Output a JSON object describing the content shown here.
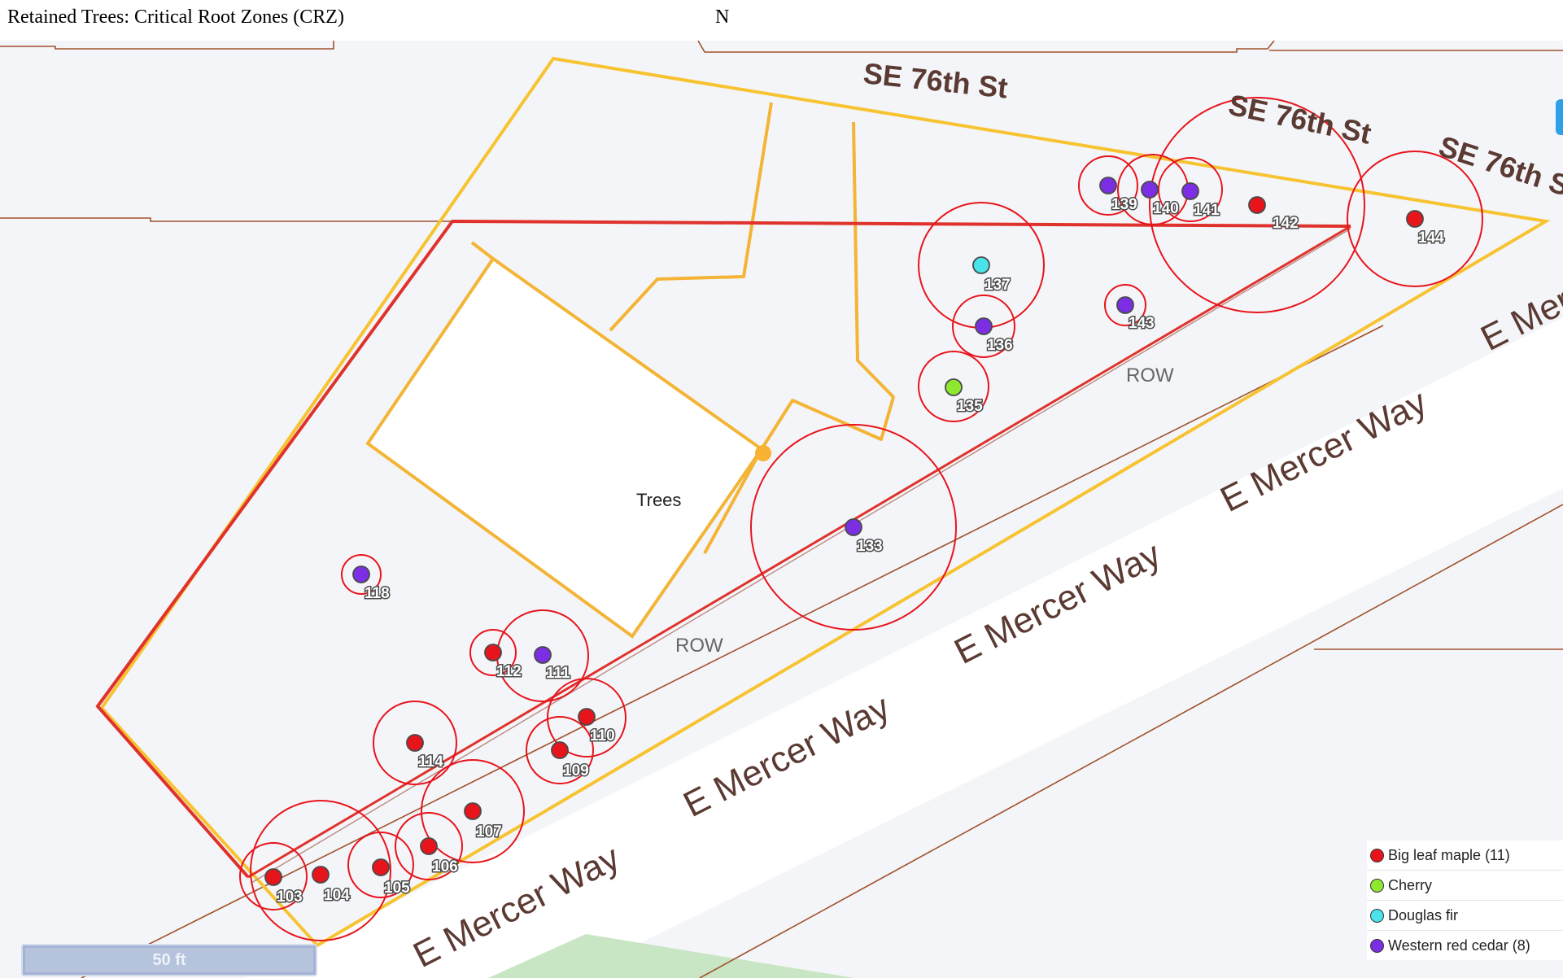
{
  "header": {
    "title": "Retained Trees: Critical Root Zones (CRZ)",
    "north_label": "N"
  },
  "map": {
    "colors": {
      "boundary_yellow": "#f7c331",
      "trail_orange": "#f4b436",
      "crz_red": "#e8141c",
      "row_line_red": "#e0322c",
      "parcel_brown": "#a0522d",
      "road_label": "#5a3a32",
      "background": "#f4f5f8"
    },
    "labels": {
      "trees_area": "Trees",
      "row_1": "ROW",
      "row_2": "ROW",
      "street_se76_1": "SE 76th St",
      "street_se76_2": "SE 76th St",
      "street_se76_3": "SE 76th S",
      "mercer_1": "E Mercer Way",
      "mercer_2": "E Mercer Way",
      "mercer_3": "E Mercer Way",
      "mercer_4": "E Mercer Way",
      "mercer_5": "E Mer"
    },
    "trees": [
      {
        "id": "103",
        "species": "maple"
      },
      {
        "id": "104",
        "species": "maple"
      },
      {
        "id": "105",
        "species": "maple"
      },
      {
        "id": "106",
        "species": "maple"
      },
      {
        "id": "107",
        "species": "maple"
      },
      {
        "id": "109",
        "species": "maple"
      },
      {
        "id": "110",
        "species": "maple"
      },
      {
        "id": "111",
        "species": "cedar"
      },
      {
        "id": "112",
        "species": "maple"
      },
      {
        "id": "114",
        "species": "maple"
      },
      {
        "id": "118",
        "species": "cedar"
      },
      {
        "id": "133",
        "species": "cedar"
      },
      {
        "id": "135",
        "species": "cherry"
      },
      {
        "id": "136",
        "species": "cedar"
      },
      {
        "id": "137",
        "species": "fir"
      },
      {
        "id": "139",
        "species": "cedar"
      },
      {
        "id": "140",
        "species": "cedar"
      },
      {
        "id": "141",
        "species": "cedar"
      },
      {
        "id": "142",
        "species": "maple"
      },
      {
        "id": "143",
        "species": "cedar"
      },
      {
        "id": "144",
        "species": "maple"
      }
    ]
  },
  "legend": {
    "items": [
      {
        "label": "Big leaf maple (11)",
        "color": "#e8141c"
      },
      {
        "label": "Cherry",
        "color": "#8ee830"
      },
      {
        "label": "Douglas fir",
        "color": "#48e4ea"
      },
      {
        "label": "Western red cedar (8)",
        "color": "#7b2ee3"
      }
    ]
  },
  "scale_bar": {
    "label": "50 ft"
  }
}
